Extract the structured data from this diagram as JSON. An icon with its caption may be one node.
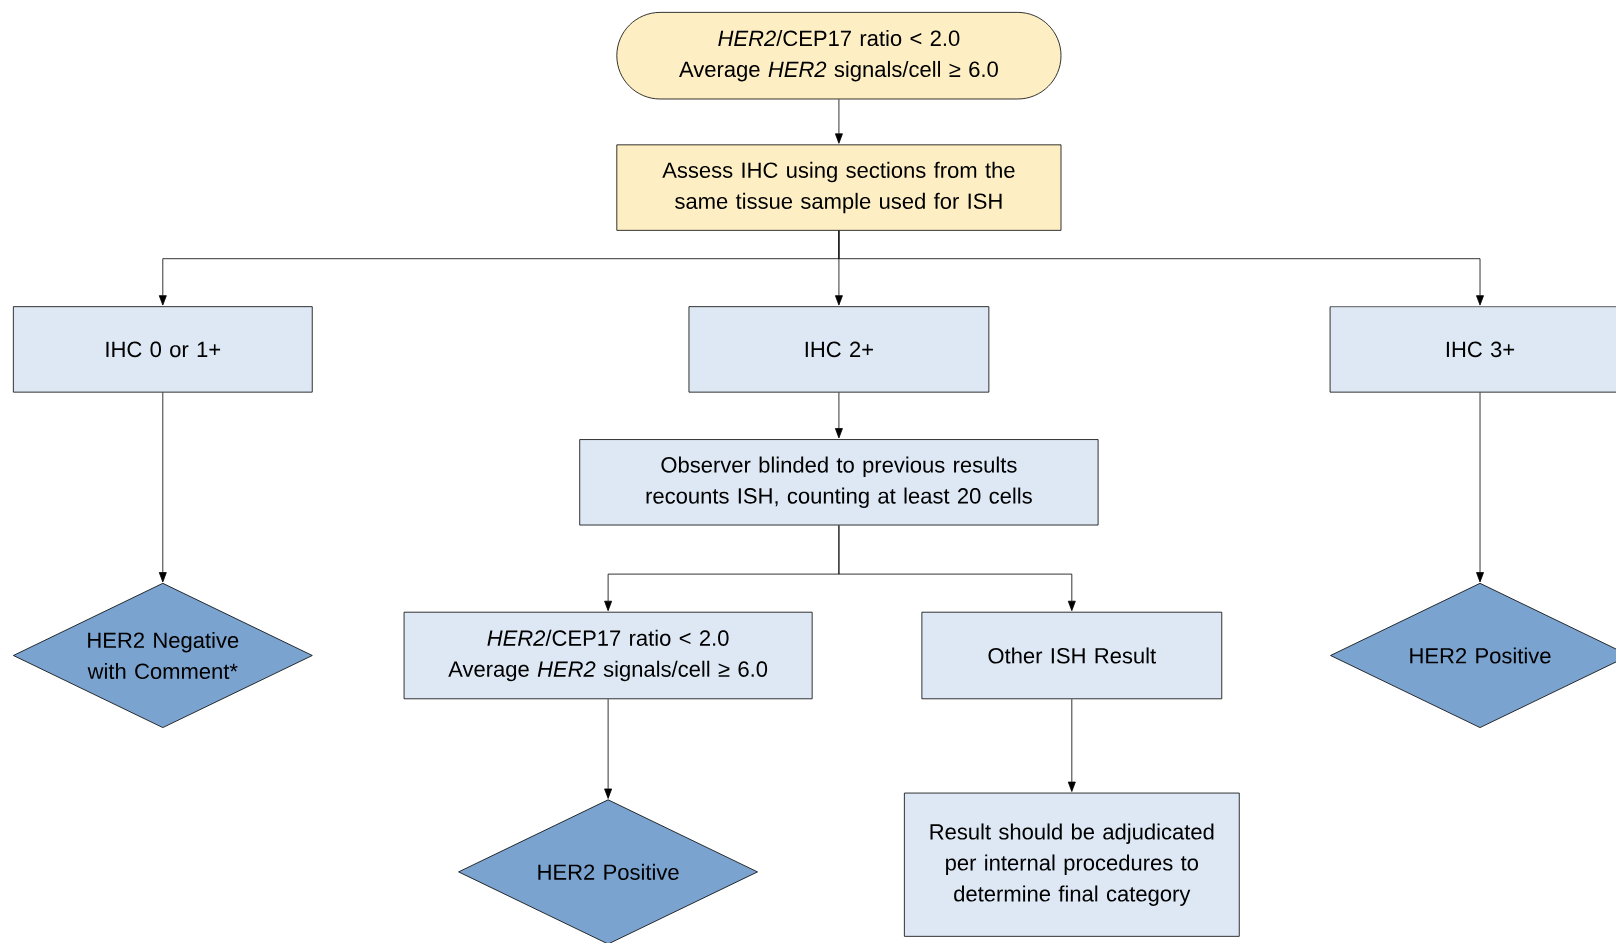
{
  "diagram": {
    "nodes": [
      {
        "text": [
          "*HER2*/CEP17 ratio < 2.0",
          "Average *HER2* signals/cell ≥ 6.0"
        ]
      },
      {
        "text": [
          "Assess IHC using sections from the same tissue sample used for ISH"
        ]
      },
      {
        "text": [
          "IHC 0 or 1+"
        ]
      },
      {
        "text": [
          "IHC 2+"
        ]
      },
      {
        "text": [
          "IHC 3+"
        ]
      },
      {
        "text": [
          "Observer blinded to previous results recounts ISH, counting at least 20 cells"
        ]
      },
      {
        "text": [
          "HER2 Negative with Comment*"
        ]
      },
      {
        "text": [
          "*HER2*/CEP17 ratio < 2.0",
          "Average *HER2* signals/cell ≥ 6.0"
        ]
      },
      {
        "text": [
          "Other ISH Result"
        ]
      },
      {
        "text": [
          "HER2 Positive"
        ]
      },
      {
        "text": [
          "HER2 Positive"
        ]
      },
      {
        "text": [
          "Result should be adjudicated per internal procedures to determine final category"
        ]
      }
    ],
    "edges": [
      {
        "from": 0,
        "to": 1,
        "arrow": "to"
      },
      {
        "from": 1,
        "to": 2,
        "arrow": "to"
      },
      {
        "from": 1,
        "to": 3,
        "arrow": "to"
      },
      {
        "from": 1,
        "to": 4,
        "arrow": "to"
      },
      {
        "from": 2,
        "to": 6,
        "arrow": "to"
      },
      {
        "from": 3,
        "to": 5,
        "arrow": "to"
      },
      {
        "from": 5,
        "to": 7,
        "arrow": "to"
      },
      {
        "from": 5,
        "to": 8,
        "arrow": "to"
      },
      {
        "from": 4,
        "to": 9,
        "arrow": "to"
      },
      {
        "from": 7,
        "to": 10,
        "arrow": "to"
      },
      {
        "from": 8,
        "to": 11,
        "arrow": "to"
      }
    ]
  }
}
